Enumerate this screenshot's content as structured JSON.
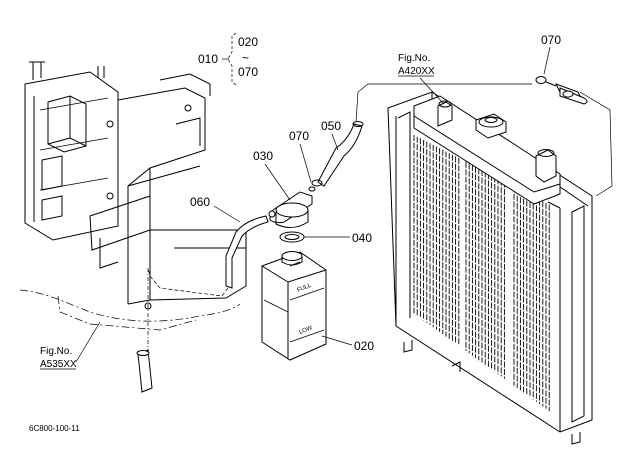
{
  "diagram_code": "6C800-100-11",
  "group": {
    "main": "010",
    "from": "020",
    "sep": "~",
    "to": "070"
  },
  "callouts": [
    {
      "id": "c070a",
      "label": "070"
    },
    {
      "id": "c050",
      "label": "050"
    },
    {
      "id": "c070b",
      "label": "070"
    },
    {
      "id": "c030",
      "label": "030"
    },
    {
      "id": "c060",
      "label": "060"
    },
    {
      "id": "c040",
      "label": "040"
    },
    {
      "id": "c020",
      "label": "020"
    }
  ],
  "fig_refs": [
    {
      "id": "fa420",
      "line1": "Fig.No.",
      "line2": "A420XX"
    },
    {
      "id": "fa535",
      "line1": "Fig.No.",
      "line2": "A535XX"
    }
  ],
  "tank_marks": {
    "full": "FULL",
    "low": "LOW"
  }
}
